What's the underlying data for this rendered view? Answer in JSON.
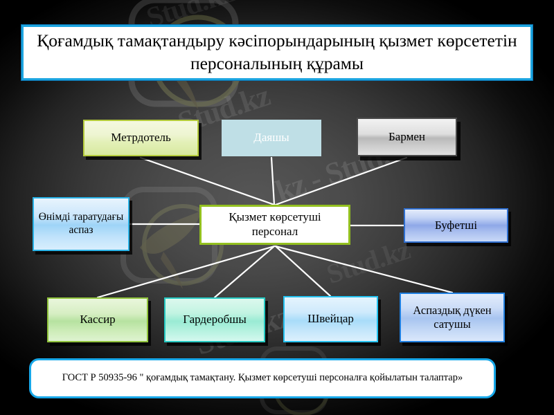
{
  "slide": {
    "title": "Қоғамдық тамақтандыру кәсіпорындарының қызмет көрсететін персоналының құрамы",
    "caption": "ГОСТ Р 50935-96 \" қоғамдық тамақтану. Қызмет көрсетуші персоналға қойылатын талаптар»"
  },
  "diagram": {
    "center_node": "Қызмет көрсетуші персонал",
    "nodes": {
      "metrdotel": "Метрдотель",
      "dayashy": "Даяшы",
      "barmen": "Бармен",
      "onimdi": "Өнімді таратудағы аспаз",
      "bufetshi": "Буфетші",
      "kassir": "Кассир",
      "garderobshy": "Гардеробшы",
      "shveitsar": "Швейцар",
      "aspazdyk": "Аспаздық дүкен сатушы"
    }
  },
  "watermarks": {
    "text_a": "Stud.kz",
    "text_b": "kz - Stud.",
    "text_c": "Stud.kz",
    "text_d": "d.kz",
    "text_e": "Stud.kz",
    "text_f": "Stud.kz"
  },
  "colors": {
    "title_border": "#1ca5e0",
    "caption_border": "#17a7e8",
    "center_border": "#93c01f",
    "connector": "#ffffff",
    "background_center": "#565656",
    "background_edge": "#000000"
  }
}
